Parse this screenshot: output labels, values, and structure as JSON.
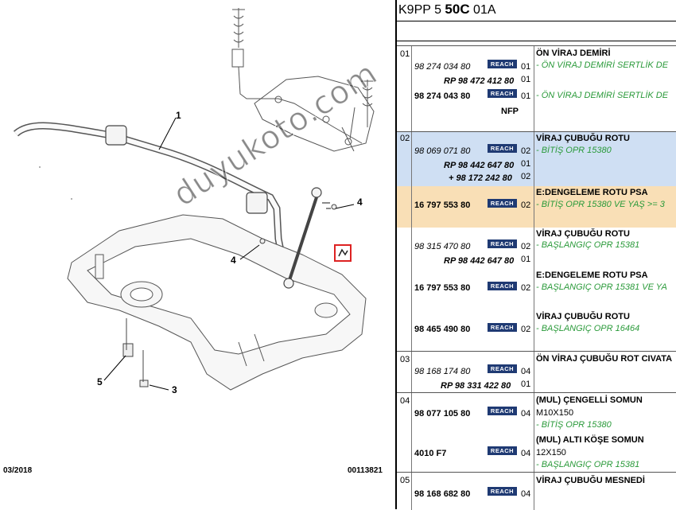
{
  "diagram": {
    "callouts": [
      "1",
      "4",
      "4",
      "5",
      "3"
    ],
    "date": "03/2018",
    "ref": "00113821",
    "watermark": "duyukoto.com"
  },
  "header": {
    "prefix": "K9PP 5 ",
    "bold": "50C",
    "suffix": " 01A"
  },
  "reach_label": "REACH",
  "groups": [
    {
      "num": "01"
    },
    {
      "num": "02"
    },
    {
      "num": "03"
    },
    {
      "num": "04"
    },
    {
      "num": "05"
    }
  ],
  "rows": {
    "r1": {
      "part": "98 274 034 80",
      "qty": "01",
      "desc": "ÖN VİRAJ DEMİRİ",
      "note": "- ÖN VİRAJ DEMİRİ SERTLİK DE"
    },
    "r2": {
      "part": "RP 98 472 412 80",
      "qty": "01"
    },
    "r3": {
      "part": "98 274 043 80",
      "qty": "01",
      "note": "- ÖN VİRAJ DEMİRİ SERTLİK DE",
      "extra": "NFP"
    },
    "r4": {
      "part": "98 069 071 80",
      "qty": "02",
      "desc": "VİRAJ ÇUBUĞU ROTU",
      "note": "- BİTİŞ OPR 15380"
    },
    "r5": {
      "part": "RP 98 442 647 80",
      "qty": "01"
    },
    "r6": {
      "part": "+ 98 172 242 80",
      "qty": "02"
    },
    "r7": {
      "part": "16 797 553 80",
      "qty": "02",
      "desc": "E:DENGELEME ROTU PSA",
      "note": "- BİTİŞ OPR 15380 VE YAŞ >= 3"
    },
    "r8": {
      "part": "98 315 470 80",
      "qty": "02",
      "desc": "VİRAJ ÇUBUĞU ROTU",
      "note": "- BAŞLANGIÇ OPR 15381"
    },
    "r9": {
      "part": "RP 98 442 647 80",
      "qty": "01"
    },
    "r10": {
      "part": "16 797 553 80",
      "qty": "02",
      "desc": "E:DENGELEME ROTU PSA",
      "note": "- BAŞLANGIÇ OPR 15381 VE YA"
    },
    "r11": {
      "part": "98 465 490 80",
      "qty": "02",
      "desc": "VİRAJ ÇUBUĞU ROTU",
      "note": "- BAŞLANGIÇ OPR 16464"
    },
    "r12": {
      "part": "98 168 174 80",
      "qty": "04",
      "desc": "ÖN VİRAJ ÇUBUĞU ROT CIVATA"
    },
    "r13": {
      "part": "RP 98 331 422 80",
      "qty": "01"
    },
    "r14": {
      "part": "98 077 105 80",
      "qty": "04",
      "desc": "(MUL) ÇENGELLİ SOMUN",
      "d2": "M10X150",
      "note": "- BİTİŞ OPR 15380"
    },
    "r15": {
      "part": "4010 F7",
      "qty": "04",
      "desc": "(MUL) ALTI KÖŞE SOMUN",
      "d2": "12X150",
      "note": "- BAŞLANGIÇ OPR 15381"
    },
    "r16": {
      "part": "98 168 682 80",
      "qty": "04",
      "desc": "VİRAJ ÇUBUĞU MESNEDİ"
    }
  }
}
